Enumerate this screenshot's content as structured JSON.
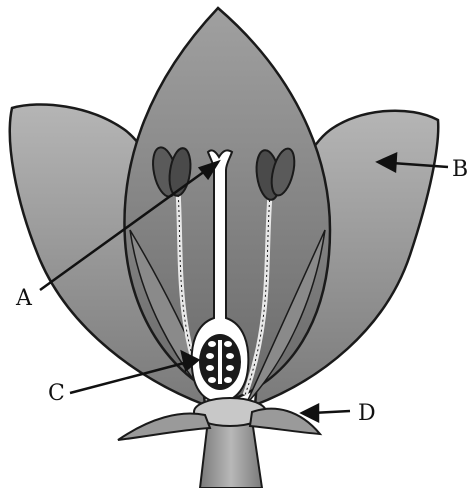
{
  "labels": {
    "a": "A",
    "b": "B",
    "c": "C",
    "d": "D"
  },
  "colors": {
    "petal_outer": "#a8a8a8",
    "petal_inner": "#8e8e8e",
    "petal_dark": "#6e6e6e",
    "outline": "#1a1a1a",
    "anther": "#5a5a5a",
    "style": "#ffffff",
    "sepal": "#9a9a9a",
    "ovule": "#111111"
  }
}
